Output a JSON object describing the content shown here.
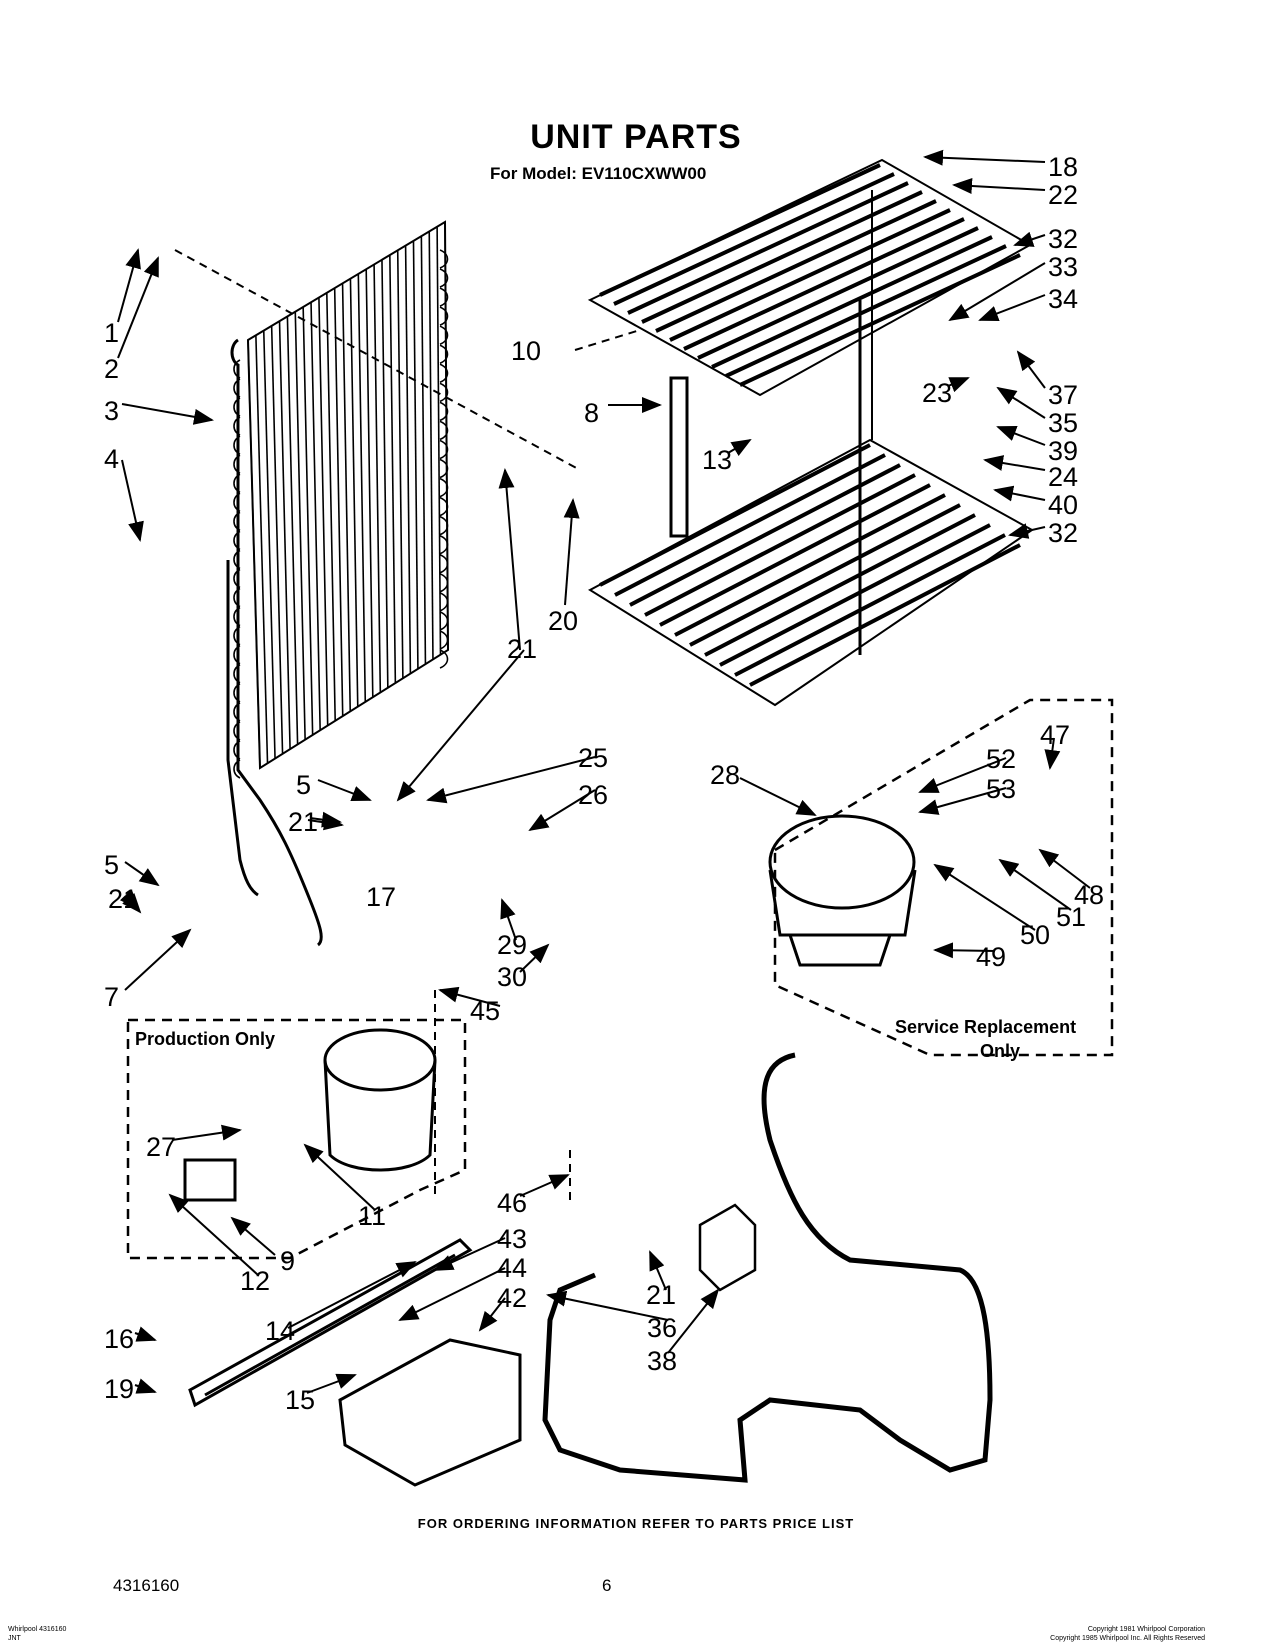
{
  "title": "UNIT PARTS",
  "subtitle": "For Model: EV110CXWW00",
  "box_labels": {
    "production": "Production Only",
    "service_line1": "Service Replacement",
    "service_line2": "Only"
  },
  "footer_note": "FOR ORDERING INFORMATION REFER TO PARTS PRICE LIST",
  "document_number": "4316160",
  "page_number": "6",
  "copyright_lines": [
    "Copyright 1981 Whirlpool Corporation",
    "Copyright 1985 Whirlpool Inc. All Rights Reserved"
  ],
  "scan_mark_lines": [
    "Whirlpool 4316160",
    "JNT"
  ],
  "callouts": {
    "c1": "1",
    "c2": "2",
    "c3": "3",
    "c4": "4",
    "c5a": "5",
    "c5b": "5",
    "c7": "7",
    "c8": "8",
    "c9": "9",
    "c10": "10",
    "c11": "11",
    "c12": "12",
    "c13": "13",
    "c14": "14",
    "c15": "15",
    "c16": "16",
    "c17": "17",
    "c18": "18",
    "c19": "19",
    "c20": "20",
    "c21a": "21",
    "c21b": "21",
    "c21c": "21",
    "c21d": "21",
    "c22": "22",
    "c23": "23",
    "c24": "24",
    "c25": "25",
    "c26": "26",
    "c27": "27",
    "c28": "28",
    "c29": "29",
    "c30": "30",
    "c32a": "32",
    "c32b": "32",
    "c33": "33",
    "c34": "34",
    "c35": "35",
    "c36": "36",
    "c37": "37",
    "c38": "38",
    "c39": "39",
    "c40": "40",
    "c42": "42",
    "c43": "43",
    "c44": "44",
    "c45": "45",
    "c46": "46",
    "c47": "47",
    "c48": "48",
    "c49": "49",
    "c50": "50",
    "c51": "51",
    "c52": "52",
    "c53": "53"
  }
}
